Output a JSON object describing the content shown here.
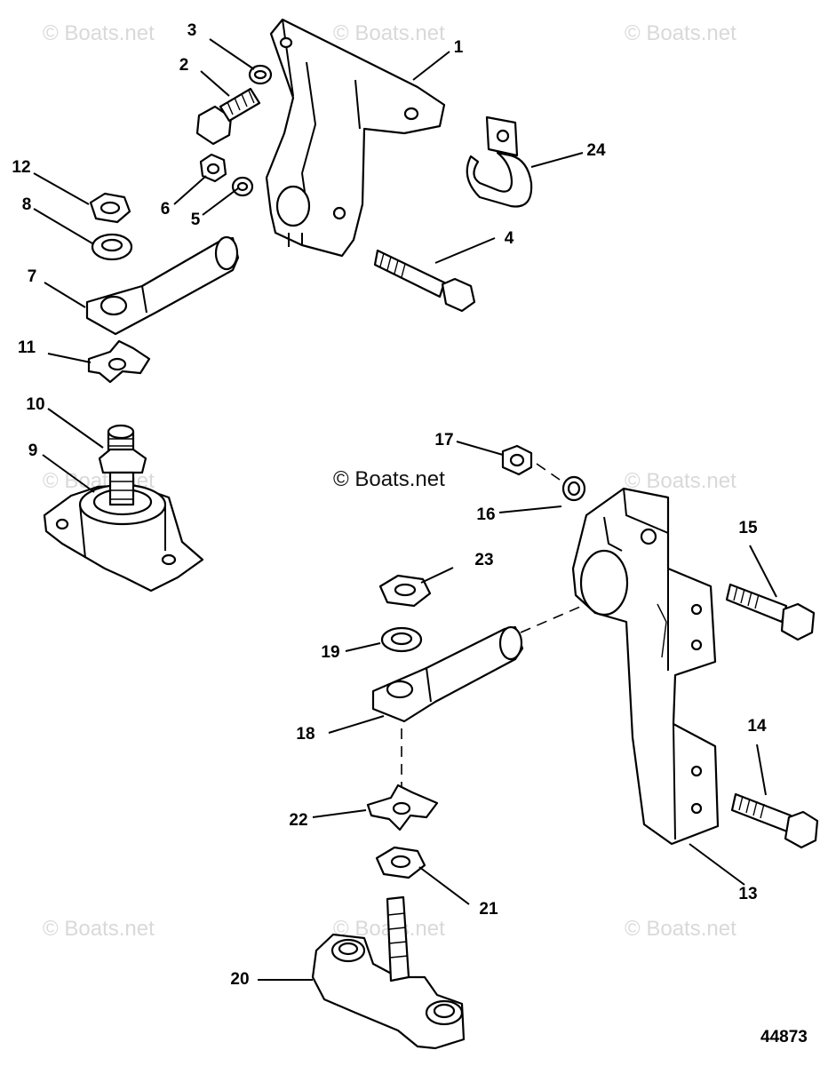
{
  "watermark_text": "© Boats.net",
  "center_watermark": "© Boats.net",
  "diagram_number": "44873",
  "callouts": [
    {
      "label": "1"
    },
    {
      "label": "2"
    },
    {
      "label": "3"
    },
    {
      "label": "4"
    },
    {
      "label": "5"
    },
    {
      "label": "6"
    },
    {
      "label": "7"
    },
    {
      "label": "8"
    },
    {
      "label": "9"
    },
    {
      "label": "10"
    },
    {
      "label": "11"
    },
    {
      "label": "12"
    },
    {
      "label": "13"
    },
    {
      "label": "14"
    },
    {
      "label": "15"
    },
    {
      "label": "16"
    },
    {
      "label": "17"
    },
    {
      "label": "18"
    },
    {
      "label": "19"
    },
    {
      "label": "20"
    },
    {
      "label": "21"
    },
    {
      "label": "22"
    },
    {
      "label": "23"
    },
    {
      "label": "24"
    }
  ]
}
